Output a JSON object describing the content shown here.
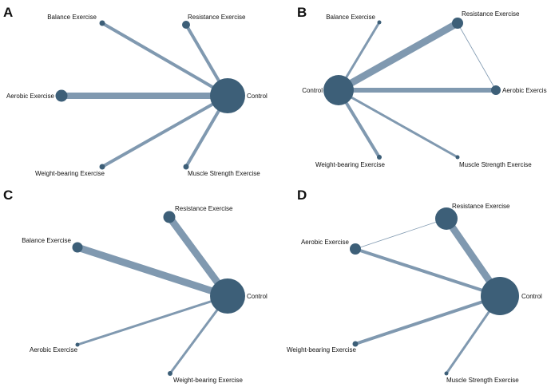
{
  "colors": {
    "node_fill": "#3d5f78",
    "edge_stroke": "#8099b0",
    "label_text": "#111111",
    "background": "#ffffff"
  },
  "panels": [
    {
      "letter": "A",
      "nodes": [
        {
          "id": "balance",
          "label": "Balance Exercise"
        },
        {
          "id": "resistance",
          "label": "Resistance Exercise"
        },
        {
          "id": "aerobic",
          "label": "Aerobic Exercise"
        },
        {
          "id": "control",
          "label": "Control"
        },
        {
          "id": "weight",
          "label": "Weight-bearing Exercise"
        },
        {
          "id": "muscle",
          "label": "Muscle Strength Exercise"
        }
      ],
      "edges": [
        {
          "from": "control",
          "to": "balance"
        },
        {
          "from": "control",
          "to": "resistance"
        },
        {
          "from": "control",
          "to": "aerobic"
        },
        {
          "from": "control",
          "to": "weight"
        },
        {
          "from": "control",
          "to": "muscle"
        }
      ]
    },
    {
      "letter": "B",
      "nodes": [
        {
          "id": "balance",
          "label": "Balance Exercise"
        },
        {
          "id": "resistance",
          "label": "Resistance Exercise"
        },
        {
          "id": "control",
          "label": "Control"
        },
        {
          "id": "aerobic",
          "label": "Aerobic Exercise"
        },
        {
          "id": "weight",
          "label": "Weight-bearing Exercise"
        },
        {
          "id": "muscle",
          "label": "Muscle Strength Exercise"
        }
      ],
      "edges": [
        {
          "from": "control",
          "to": "balance"
        },
        {
          "from": "control",
          "to": "resistance"
        },
        {
          "from": "control",
          "to": "aerobic"
        },
        {
          "from": "control",
          "to": "weight"
        },
        {
          "from": "control",
          "to": "muscle"
        },
        {
          "from": "resistance",
          "to": "aerobic"
        }
      ]
    },
    {
      "letter": "C",
      "nodes": [
        {
          "id": "resistance",
          "label": "Resistance Exercise"
        },
        {
          "id": "balance",
          "label": "Balance Exercise"
        },
        {
          "id": "control",
          "label": "Control"
        },
        {
          "id": "aerobic",
          "label": "Aerobic Exercise"
        },
        {
          "id": "weight",
          "label": "Weight-bearing Exercise"
        }
      ],
      "edges": [
        {
          "from": "control",
          "to": "resistance"
        },
        {
          "from": "control",
          "to": "balance"
        },
        {
          "from": "control",
          "to": "aerobic"
        },
        {
          "from": "control",
          "to": "weight"
        }
      ]
    },
    {
      "letter": "D",
      "nodes": [
        {
          "id": "resistance",
          "label": "Resistance Exercise"
        },
        {
          "id": "aerobic",
          "label": "Aerobic Exercise"
        },
        {
          "id": "control",
          "label": "Control"
        },
        {
          "id": "weight",
          "label": "Weight-bearing Exercise"
        },
        {
          "id": "muscle",
          "label": "Muscle Strength Exercise"
        }
      ],
      "edges": [
        {
          "from": "control",
          "to": "resistance"
        },
        {
          "from": "control",
          "to": "aerobic"
        },
        {
          "from": "control",
          "to": "weight"
        },
        {
          "from": "control",
          "to": "muscle"
        },
        {
          "from": "aerobic",
          "to": "resistance"
        }
      ]
    }
  ]
}
